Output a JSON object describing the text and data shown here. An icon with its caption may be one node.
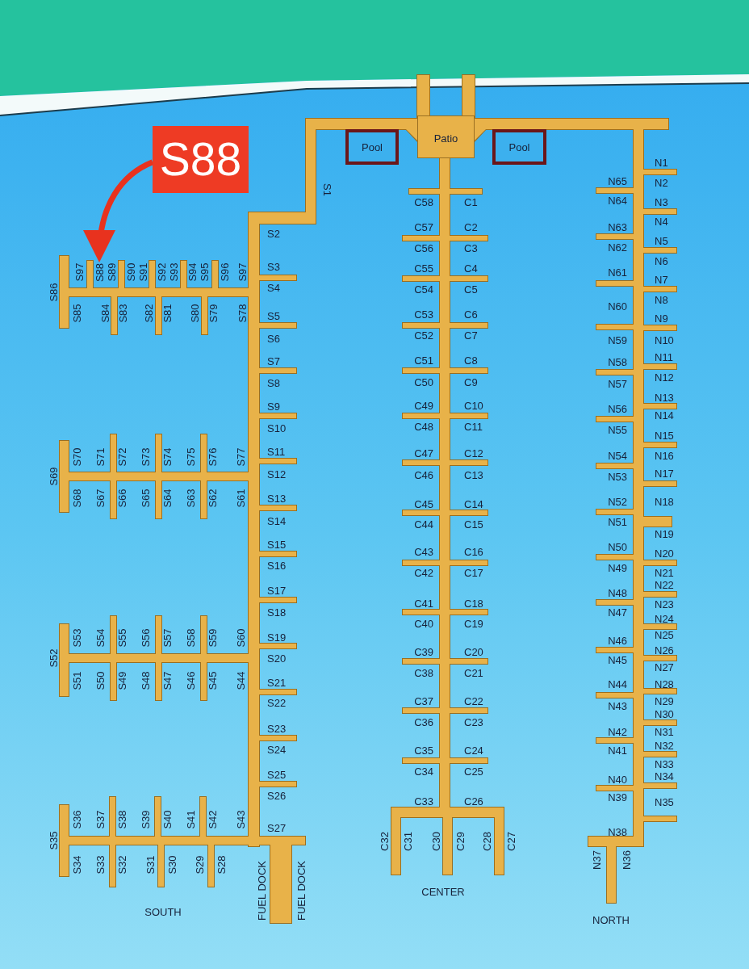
{
  "diagram": {
    "nodes": [
      {
        "text": [
          "S88"
        ]
      },
      {
        "text": [
          "Pool"
        ]
      },
      {
        "text": [
          "Patio"
        ]
      },
      {
        "text": [
          "Pool"
        ]
      },
      {
        "text": [
          "S88"
        ]
      }
    ],
    "edges": [
      {
        "from": 0,
        "to": 4,
        "arrow": "to"
      }
    ],
    "labels": [
      "S1",
      "S2",
      "S3",
      "S4",
      "S5",
      "S6",
      "S7",
      "S8",
      "S9",
      "S10",
      "S11",
      "S12",
      "S13",
      "S14",
      "S15",
      "S16",
      "S17",
      "S18",
      "S19",
      "S20",
      "S21",
      "S22",
      "S23",
      "S24",
      "S25",
      "S26",
      "S27",
      "S97",
      "S89",
      "S90",
      "S91",
      "S92",
      "S93",
      "S94",
      "S95",
      "S96",
      "S97",
      "S86",
      "S85",
      "S84",
      "S83",
      "S82",
      "S81",
      "S80",
      "S79",
      "S78",
      "S70",
      "S71",
      "S72",
      "S73",
      "S74",
      "S75",
      "S76",
      "S77",
      "S69",
      "S68",
      "S67",
      "S66",
      "S65",
      "S64",
      "S63",
      "S62",
      "S61",
      "S53",
      "S54",
      "S55",
      "S56",
      "S57",
      "S58",
      "S59",
      "S60",
      "S52",
      "S51",
      "S50",
      "S49",
      "S48",
      "S47",
      "S46",
      "S45",
      "S44",
      "S36",
      "S37",
      "S38",
      "S39",
      "S40",
      "S41",
      "S42",
      "S43",
      "S35",
      "S34",
      "S33",
      "S32",
      "S31",
      "S30",
      "S29",
      "S28",
      "SOUTH",
      "FUEL DOCK",
      "FUEL DOCK",
      "C58",
      "C1",
      "C57",
      "C2",
      "C56",
      "C3",
      "C55",
      "C4",
      "C54",
      "C5",
      "C53",
      "C6",
      "C52",
      "C7",
      "C51",
      "C8",
      "C50",
      "C9",
      "C49",
      "C10",
      "C48",
      "C11",
      "C47",
      "C12",
      "C46",
      "C13",
      "C45",
      "C14",
      "C44",
      "C15",
      "C43",
      "C16",
      "C42",
      "C17",
      "C41",
      "C18",
      "C40",
      "C19",
      "C39",
      "C20",
      "C38",
      "C21",
      "C37",
      "C22",
      "C36",
      "C23",
      "C35",
      "C24",
      "C34",
      "C25",
      "C33",
      "C26",
      "C32",
      "C31",
      "C30",
      "C29",
      "C28",
      "C27",
      "CENTER",
      "N1",
      "N65",
      "N2",
      "N64",
      "N3",
      "N4",
      "N63",
      "N5",
      "N62",
      "N6",
      "N61",
      "N7",
      "N8",
      "N60",
      "N9",
      "N59",
      "N10",
      "N11",
      "N58",
      "N12",
      "N57",
      "N13",
      "N56",
      "N14",
      "N55",
      "N15",
      "N54",
      "N16",
      "N17",
      "N53",
      "N52",
      "N18",
      "N51",
      "N19",
      "N50",
      "N20",
      "N49",
      "N21",
      "N22",
      "N48",
      "N23",
      "N47",
      "N24",
      "N25",
      "N46",
      "N26",
      "N45",
      "N27",
      "N44",
      "N28",
      "N29",
      "N43",
      "N30",
      "N42",
      "N31",
      "N32",
      "N41",
      "N33",
      "N34",
      "N40",
      "N39",
      "N35",
      "N38",
      "N37",
      "N36",
      "NORTH"
    ]
  }
}
